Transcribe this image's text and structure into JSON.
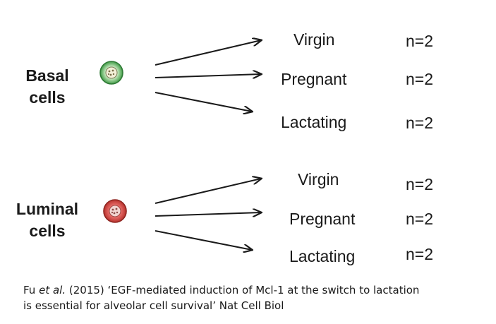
{
  "groups": [
    {
      "label_line1": "Basal",
      "label_line2": "cells",
      "cell_color": "#3f9a45",
      "cell_fill": "#bfe5b8",
      "cell_icon": "basal-cell-icon",
      "branches": [
        {
          "stage": "Virgin",
          "count": "n=2"
        },
        {
          "stage": "Pregnant",
          "count": "n=2"
        },
        {
          "stage": "Lactating",
          "count": "n=2"
        }
      ]
    },
    {
      "label_line1": "Luminal",
      "label_line2": "cells",
      "cell_color": "#b8322d",
      "cell_fill": "#e56a66",
      "cell_icon": "luminal-cell-icon",
      "branches": [
        {
          "stage": "Virgin",
          "count": "n=2"
        },
        {
          "stage": "Pregnant",
          "count": "n=2"
        },
        {
          "stage": "Lactating",
          "count": "n=2"
        }
      ]
    }
  ],
  "citation": {
    "authors": "Fu ",
    "etal": "et al.",
    "rest_line1": " (2015) ‘EGF-mediated induction of Mcl-1 at the switch to lactation",
    "line2": "is essential for alveolar cell survival’ Nat Cell Biol"
  }
}
